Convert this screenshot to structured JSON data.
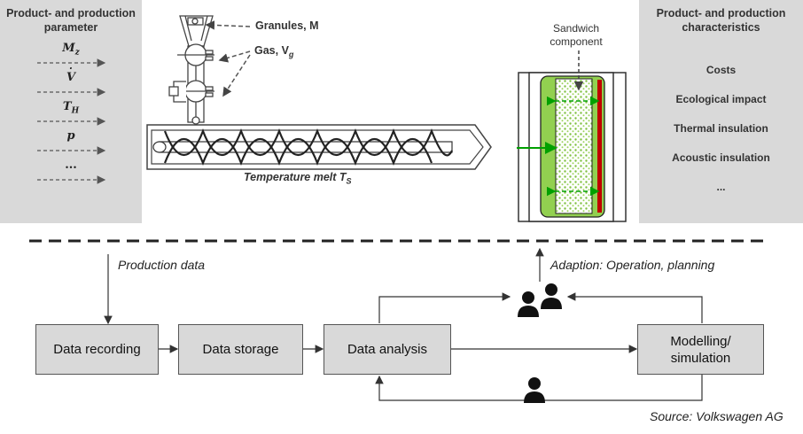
{
  "left_panel": {
    "title": "Product- and production\nparameter",
    "params": [
      "M",
      "V",
      "T",
      "p",
      "..."
    ],
    "param_subscripts": [
      "z",
      "",
      "H",
      "",
      ""
    ]
  },
  "right_panel": {
    "title": "Product- and production\ncharacteristics",
    "items": [
      "Costs",
      "Ecological impact",
      "Thermal insulation",
      "Acoustic insulation",
      "..."
    ]
  },
  "machine": {
    "granules_label": "Granules, M",
    "gas_label": "Gas, V",
    "gas_sub": "g",
    "melt_label": "Temperature melt T",
    "melt_sub": "S"
  },
  "sandwich": {
    "label": "Sandwich\ncomponent"
  },
  "flow": {
    "production_data": "Production data",
    "adaption": "Adaption: Operation, planning",
    "boxes": {
      "recording": "Data recording",
      "storage": "Data storage",
      "analysis": "Data analysis",
      "modelling": "Modelling/\nsimulation"
    }
  },
  "source": "Source: Volkswagen AG",
  "colors": {
    "panel": "#d9d9d9",
    "green_light": "#92d050",
    "green_dark": "#00a000",
    "red": "#c00000"
  }
}
